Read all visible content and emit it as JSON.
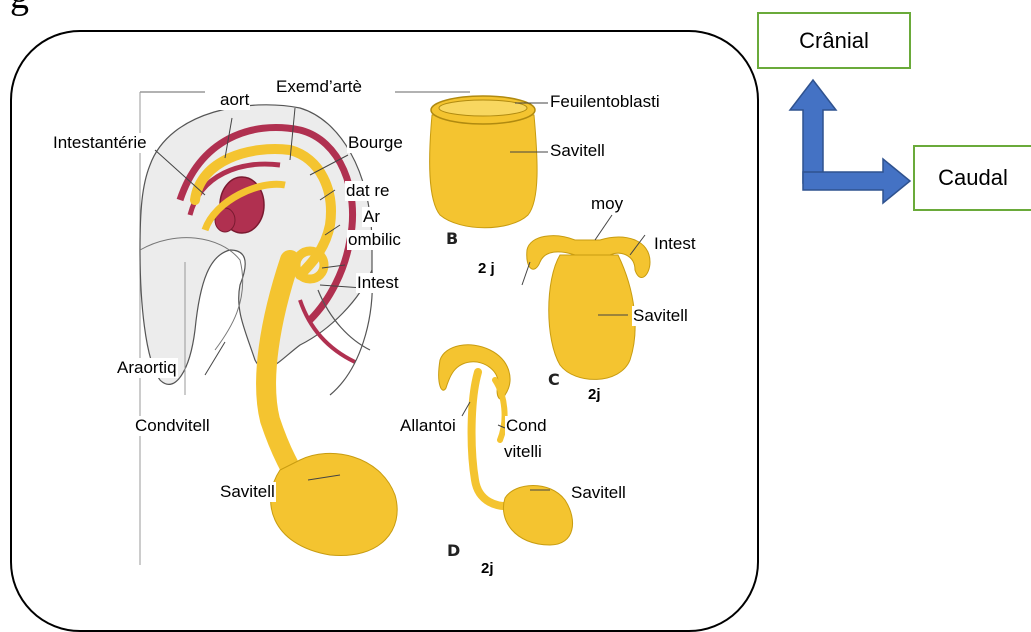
{
  "caption": "g",
  "labels": {
    "aort": "aort",
    "exemd_arte": "Exemd’artè",
    "feuil_entoblasti": "Feuilentoblasti",
    "intest_anterie": "Intestantérie",
    "bourge": "Bourge",
    "savitell_b": "Savitell",
    "dat_re": "dat re",
    "ar": "Ar",
    "ombilic": "ombilic",
    "intest_a": "Intest",
    "moy": "moy",
    "intest_c": "Intest",
    "savitell_c": "Savitell",
    "araortiq": "Araortiq",
    "cond_vitell": "Condvitell",
    "allantoi": "Allantoi",
    "cond_d": "Cond",
    "vitelli_d": "vitelli",
    "savitell_d": "Savitell",
    "savitell_a": "Savitell"
  },
  "stages": {
    "b": "B",
    "c": "C",
    "d": "D"
  },
  "days": {
    "b": "2 j",
    "c": "2j",
    "d": "2j"
  },
  "directions": {
    "cranial": "Crânial",
    "caudal": "Caudal"
  },
  "colors": {
    "yolk": "#f4c430",
    "vessel": "#b03050",
    "tissue": "#ececec",
    "arrow": "#4472c4",
    "box_border": "#6aaa3a"
  }
}
